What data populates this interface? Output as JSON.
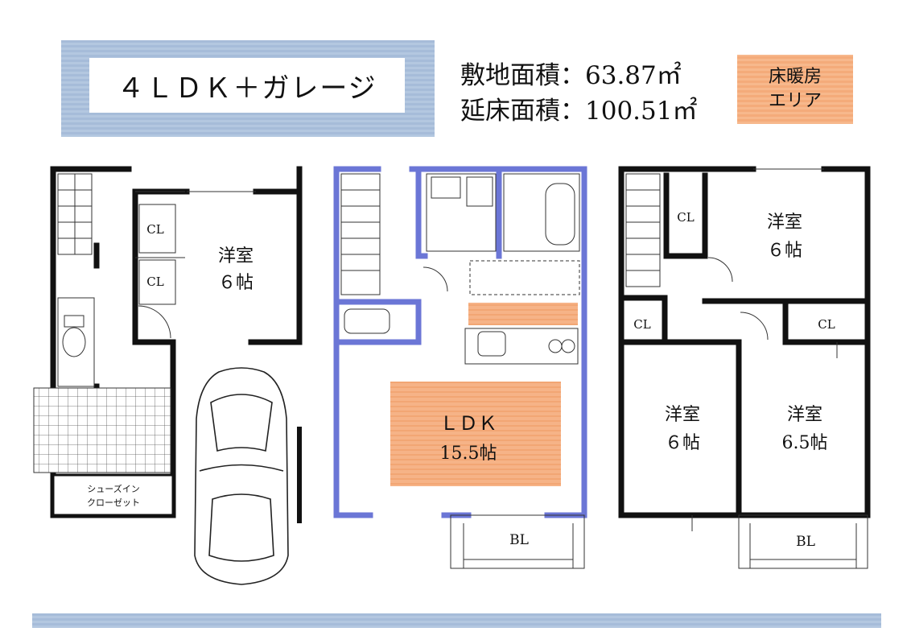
{
  "title": "４ＬＤＫ＋ガレージ",
  "site_area": "敷地面積：63.87㎡",
  "floor_area": "延床面積：100.51㎡",
  "legend": {
    "line1": "床暖房",
    "line2": "エリア"
  },
  "floor1": {
    "cl_1": "CL",
    "cl_2": "CL",
    "room_name": "洋室",
    "room_size": "６帖",
    "shoes_line1": "シューズイン",
    "shoes_line2": "クローゼット"
  },
  "floor2": {
    "ldk_name": "ＬＤＫ",
    "ldk_size": "15.5帖",
    "balcony": "BL"
  },
  "floor3": {
    "room_a_name": "洋室",
    "room_a_size": "６帖",
    "cl_a": "CL",
    "cl_b": "CL",
    "cl_c": "CL",
    "room_b_name": "洋室",
    "room_b_size": "６帖",
    "room_c_name": "洋室",
    "room_c_size": "6.5帖",
    "balcony": "BL"
  },
  "colors": {
    "wall": "#111111",
    "ldk_wall": "#6b76d6",
    "floor_heating": "#f4ab7a",
    "band": "#aec2dd"
  }
}
